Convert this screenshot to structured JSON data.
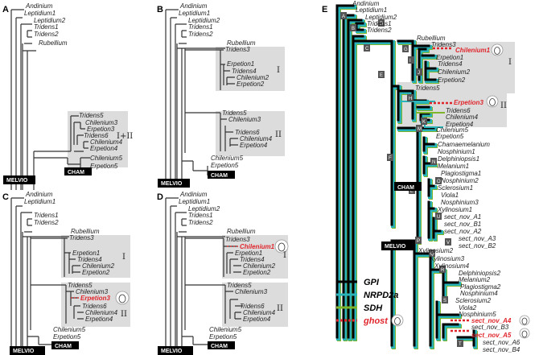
{
  "panels": {
    "A": {
      "label": "A",
      "taxa": [
        "Andinium",
        "Leptidium1",
        "Leptidium2",
        "Tridens1",
        "Tridens2",
        "Rubellium",
        "Tridens5",
        "Chilenium3",
        "Erpetion3",
        "Tridens6",
        "Chilenium4",
        "Erpetion4",
        "Chilenium5",
        "Erpetion5"
      ],
      "clade": "I+II",
      "tags": [
        "CHAM",
        "MELVIO"
      ]
    },
    "B": {
      "label": "B",
      "taxa": [
        "Andinium",
        "Leptidium1",
        "Leptidium2",
        "Tridens1",
        "Tridens2",
        "Rubellium",
        "Tridens3",
        "Erpetion1",
        "Tridens4",
        "Chilenium2",
        "Erpetion2",
        "Tridens5",
        "Chilenium3",
        "Tridens6",
        "Chilenium4",
        "Erpetion4",
        "Chilenium5",
        "Erpetion5"
      ],
      "clades": [
        "I",
        "II"
      ],
      "tags": [
        "CHAM",
        "MELVIO"
      ]
    },
    "C": {
      "label": "C",
      "taxa": [
        "Andinium",
        "Leptidium1",
        "Tridens1",
        "Tridens2",
        "Rubellium",
        "Tridens3",
        "Erpetion1",
        "Tridens4",
        "Chilenium2",
        "Erpetion2",
        "Tridens5",
        "Chilenium3",
        "Erpetion3",
        "Tridens6",
        "Chilenium4",
        "Erpetion4",
        "Chilenium5",
        "Erpetion5"
      ],
      "ghost": "Erpetion3",
      "clades": [
        "I",
        "II"
      ],
      "tags": [
        "CHAM",
        "MELVIO"
      ]
    },
    "D": {
      "label": "D",
      "taxa": [
        "Andinium",
        "Leptidium1",
        "Leptidium2",
        "Tridens1",
        "Tridens2",
        "Rubellium",
        "Tridens3",
        "Chilenium1",
        "Erpetion1",
        "Tridens4",
        "Chilenium2",
        "Erpetion2",
        "Tridens5",
        "Chilenium3",
        "Tridens6",
        "Chilenium4",
        "Erpetion4",
        "Chilenium5",
        "Erpetion5"
      ],
      "ghost": "Chilenium1",
      "clades": [
        "I",
        "II"
      ],
      "tags": [
        "CHAM",
        "MELVIO"
      ]
    },
    "E": {
      "label": "E",
      "taxa": [
        "Andinium",
        "Leptidium1",
        "Leptidium2",
        "Tridens1",
        "Tridens2",
        "Rubellium",
        "Tridens3",
        "Chilenium1",
        "Erpetion1",
        "Tridens4",
        "Chilenium2",
        "Erpetion2",
        "Tridens5",
        "Erpetion3",
        "Tridens6",
        "Chilenium4",
        "Erpetion4",
        "Chilenium5",
        "Erpetion5",
        "Chamaemelanium",
        "Nosphinium1",
        "Delphiniopsis1",
        "Melanium1",
        "Plagiostigma1",
        "Nosphinium2",
        "Sclerosium1",
        "Viola1",
        "Nosphinium3",
        "Xylinosium1",
        "sect_nov_A1",
        "sect_nov_B1",
        "sect_nov_A2",
        "sect_nov_A3",
        "sect_nov_B2",
        "Xylinosium2",
        "Xylinosium3",
        "Xylinosium4",
        "Delphiniopsis2",
        "Melanium2",
        "Plagiostigma2",
        "Nosphinium4",
        "Sclerosium2",
        "Viola2",
        "Nosphinium5",
        "sect_nov_A4",
        "sect_nov_B3",
        "sect_nov_A5",
        "sect_nov_A6",
        "sect_nov_B4"
      ],
      "ghosts": [
        "Chilenium1",
        "Erpetion3",
        "sect_nov_A4",
        "sect_nov_A5"
      ],
      "clades": [
        "I",
        "II"
      ],
      "node_letters": [
        "A",
        "B",
        "C",
        "D",
        "E",
        "F",
        "G",
        "H",
        "I",
        "J",
        "K",
        "L",
        "M",
        "N",
        "O",
        "P",
        "Q",
        "R",
        "S",
        "T",
        "U",
        "V"
      ],
      "tags": [
        "CHAM",
        "MELVIO"
      ]
    }
  },
  "legend": [
    {
      "label": "GPI",
      "color": "#000000"
    },
    {
      "label": "NRPD2a",
      "color": "#2ab3b8"
    },
    {
      "label": "SDH",
      "color": "#7fb52a"
    },
    {
      "label": "ghost",
      "color": "#e0262c"
    }
  ]
}
